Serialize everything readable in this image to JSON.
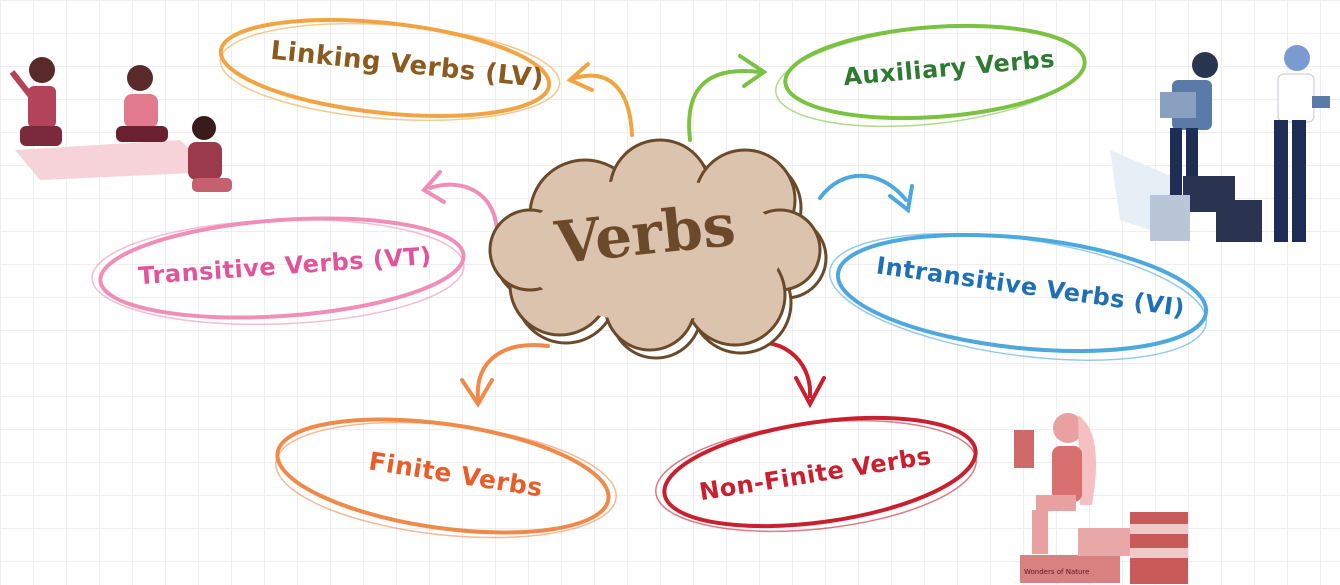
{
  "center": {
    "label": "Verbs",
    "fill": "#dcc3ad",
    "ink": "#6a4a2a"
  },
  "nodes": [
    {
      "id": "linking",
      "label": "Linking Verbs (LV)",
      "color": "#f2a444",
      "text_color": "#8a5a1e",
      "icon": "children-drawing-illustration"
    },
    {
      "id": "auxiliary",
      "label": "Auxiliary Verbs",
      "color": "#7cc242",
      "text_color": "#2f7a32",
      "icon": "delivery-people-illustration"
    },
    {
      "id": "transitive",
      "label": "Transitive Verbs (VT)",
      "color": "#ef8fb8",
      "text_color": "#e0559a",
      "icon": ""
    },
    {
      "id": "intransitive",
      "label": "Intransitive Verbs (VI)",
      "color": "#4da8de",
      "text_color": "#1f6fb5",
      "icon": ""
    },
    {
      "id": "finite",
      "label": "Finite Verbs",
      "color": "#f08a4b",
      "text_color": "#e85d29",
      "icon": ""
    },
    {
      "id": "nonfinite",
      "label": "Non-Finite Verbs",
      "color": "#c8202f",
      "text_color": "#c8202f",
      "icon": "girl-reading-books-illustration"
    }
  ],
  "book_spine_text": "Wonders of Nature"
}
